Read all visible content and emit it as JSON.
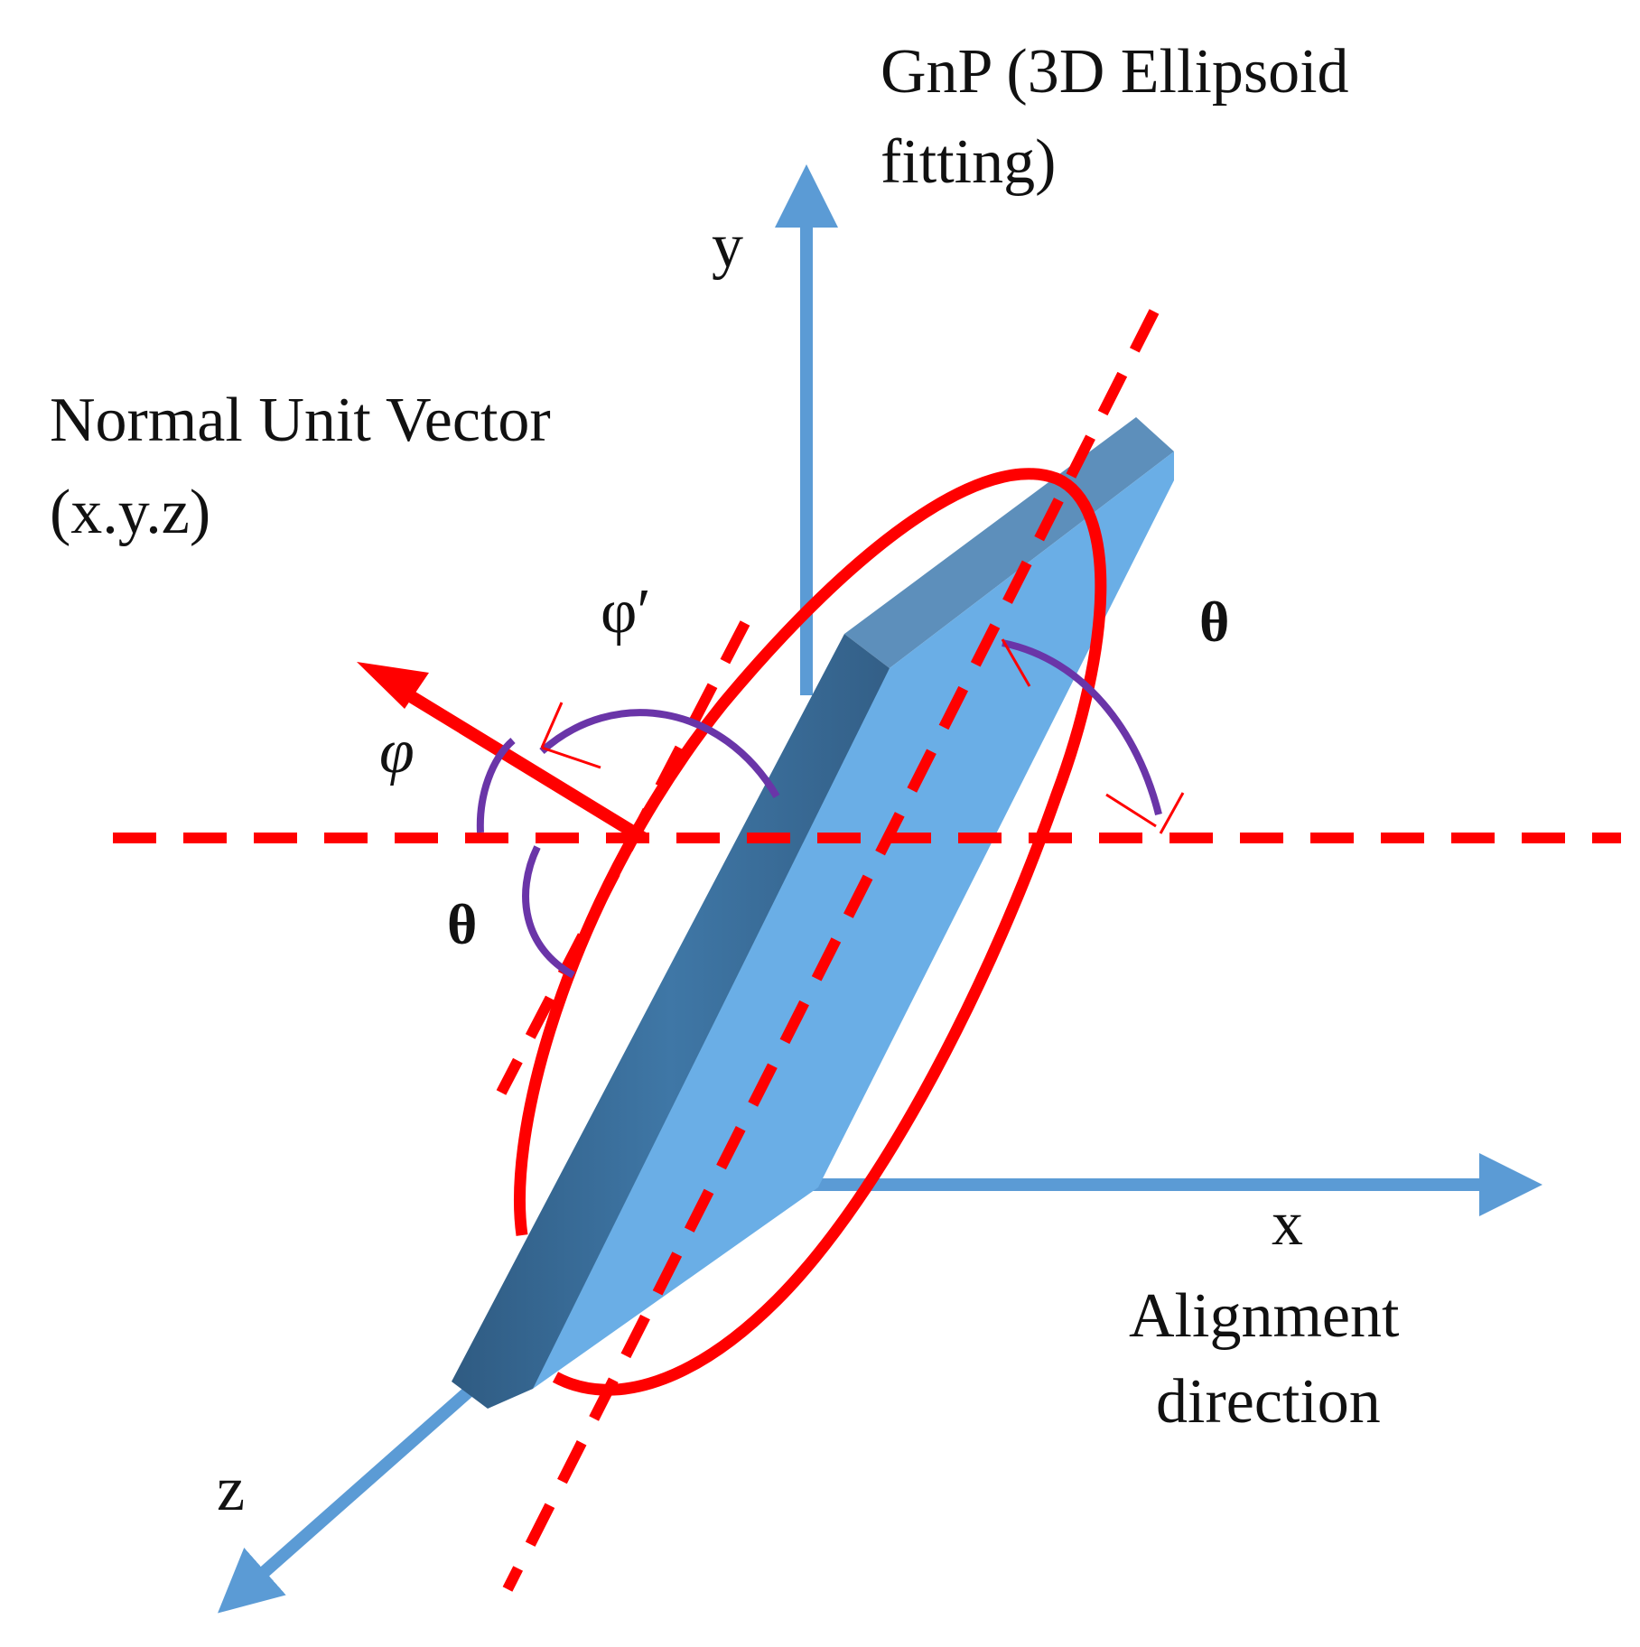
{
  "labels": {
    "gnp_line1": "GnP (3D Ellipsoid",
    "gnp_line2": "fitting)",
    "normal_line1": "Normal Unit Vector",
    "normal_line2": "(x.y.z)",
    "axis_y": "y",
    "axis_x": "x",
    "axis_z": "z",
    "alignment_line1": "Alignment",
    "alignment_line2": "direction",
    "phi_prime": "φ′",
    "phi": "φ",
    "theta_right": "θ",
    "theta_left": "θ"
  },
  "colors": {
    "axis_blue": "#5b9bd5",
    "platelet_face": "#6aaee6",
    "platelet_edge": "#3b6a94",
    "ellipse_red": "#ff0000",
    "angle_purple": "#6a35a8",
    "text": "#111111"
  }
}
